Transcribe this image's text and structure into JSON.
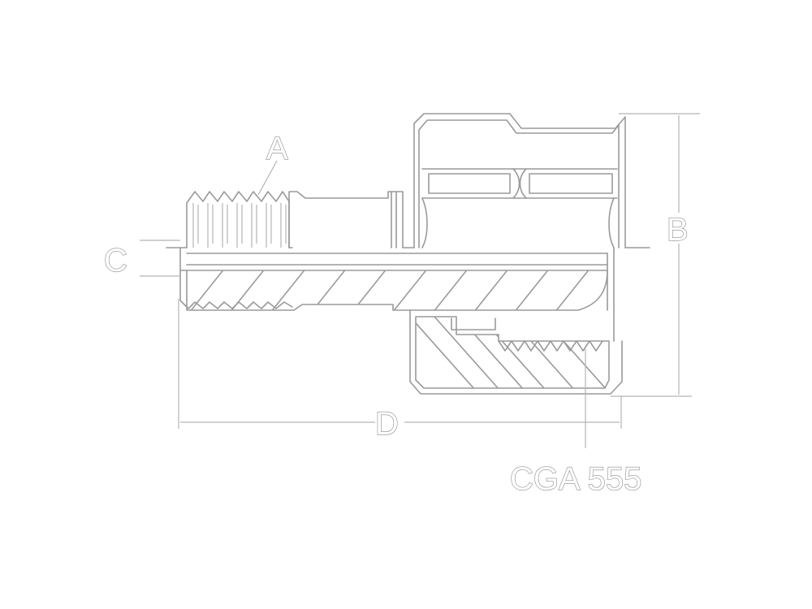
{
  "labels": {
    "a": "A",
    "b": "B",
    "c": "C",
    "d": "D",
    "connection": "CGA 555"
  },
  "colors": {
    "outline": "#9a9a9a",
    "background": "#ffffff"
  }
}
